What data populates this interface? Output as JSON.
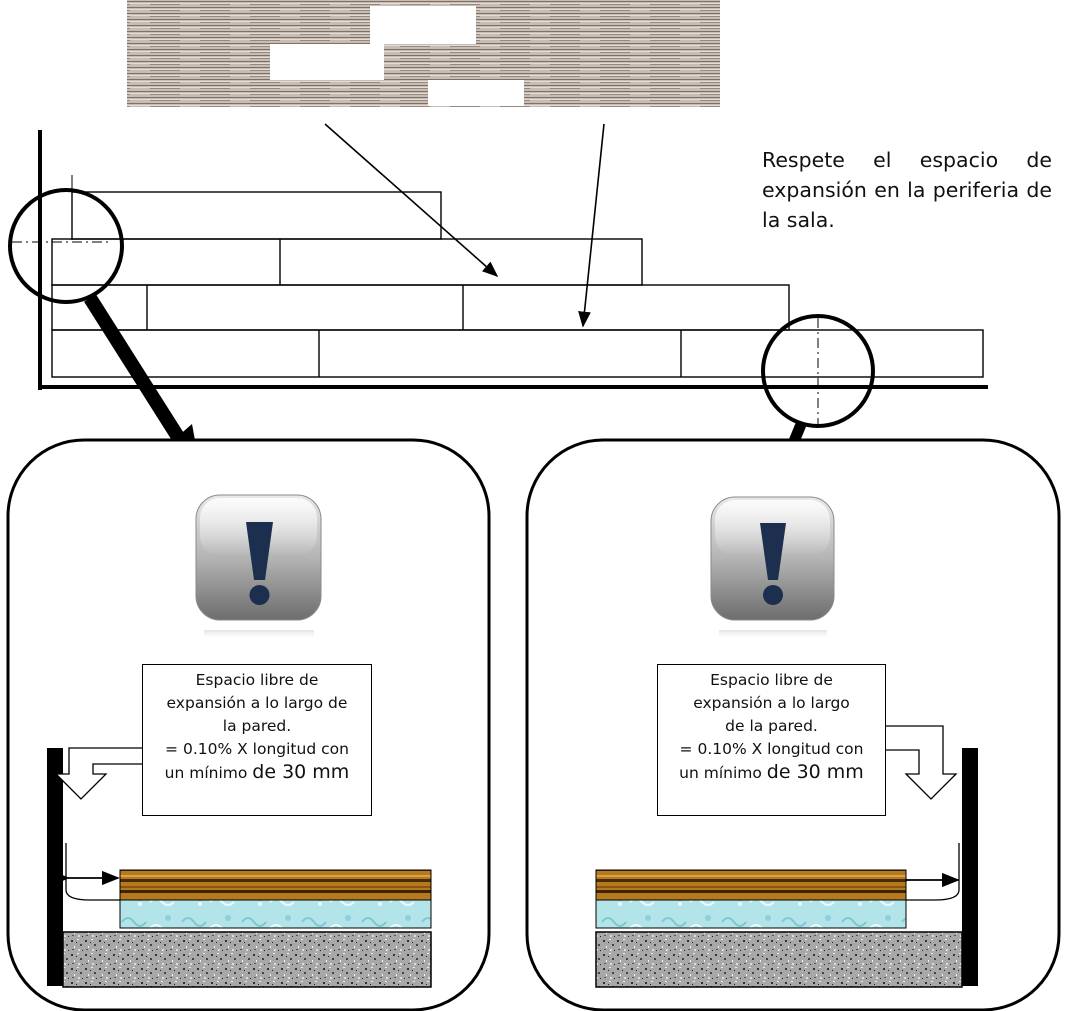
{
  "instruction": "Respete el espacio de expansión en la periferia de la sala.",
  "callouts": [
    {
      "line1": "Espacio libre de",
      "line2": "expansión a lo largo de",
      "line3": "la pared.",
      "line4": "= 0.10% X longitud con",
      "line5": "un mínimo",
      "line5_big": "de 30 mm"
    },
    {
      "line1": "Espacio libre de",
      "line2": "expansión a lo largo",
      "line3": "de la pared.",
      "line4": "= 0.10% X longitud con",
      "line5": "un mínimo",
      "line5_big": "de 30 mm"
    }
  ],
  "icons": {
    "warning": "exclamation-icon",
    "magnifier": "circle-magnifier"
  },
  "colors": {
    "warning_mark": "#1c2f4e",
    "plank_wood": "#b57a1e",
    "underlay": "#a9dfe7"
  }
}
